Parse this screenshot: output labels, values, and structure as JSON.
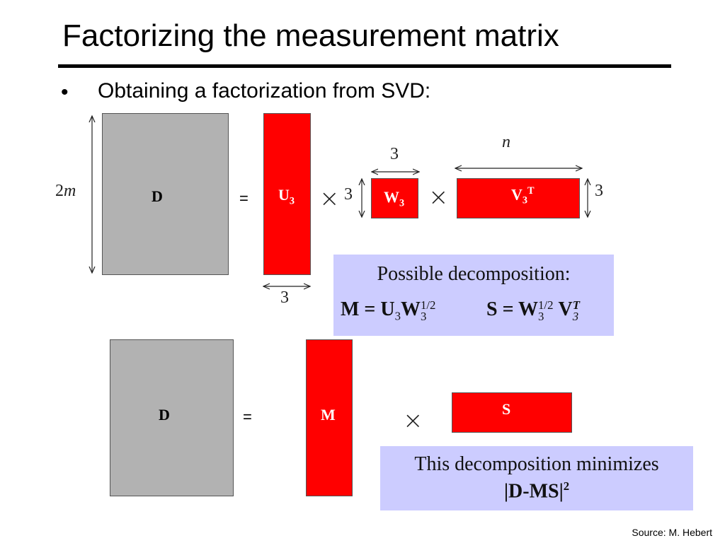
{
  "slide": {
    "title": "Factorizing the measurement matrix",
    "bullet": "Obtaining a factorization from SVD:",
    "source": "Source: M. Hebert"
  },
  "top_row": {
    "d_label": "D",
    "eq": "=",
    "u_main": "U",
    "u_sub": "3",
    "w_main": "W",
    "w_sub": "3",
    "v_main": "V",
    "v_sub": "3",
    "v_sup": "T",
    "dim_2m": "2m",
    "dim_u_width": "3",
    "dim_w_width": "3",
    "dim_w_height": "3",
    "dim_n": "n",
    "dim_v_height": "3"
  },
  "possible_box": {
    "heading": "Possible decomposition:",
    "m_expr": {
      "lhs": "M = U",
      "u_sub": "3",
      "w": "W",
      "w_sup": "1/2",
      "w_sub": "3"
    },
    "s_expr": {
      "lhs": "S = W",
      "w_sup": "1/2",
      "w_sub": "3",
      "v": "V",
      "v_sup": "T",
      "v_sub": "3"
    }
  },
  "bottom_row": {
    "d_label": "D",
    "eq": "=",
    "m_label": "M",
    "s_label": "S"
  },
  "minimize_box": {
    "line1": "This decomposition minimizes",
    "line2_main": "|D-MS|",
    "line2_sup": "2"
  },
  "colors": {
    "matrix_gray": "#b2b2b2",
    "matrix_red": "#ff0000",
    "box_lavender": "#ccccff"
  }
}
